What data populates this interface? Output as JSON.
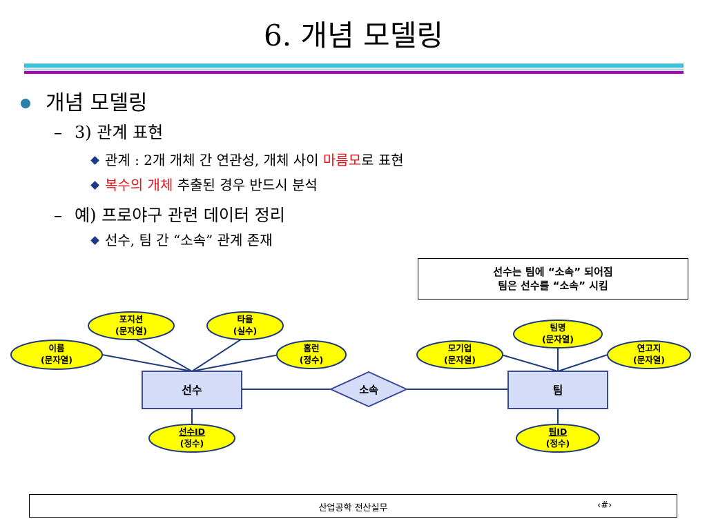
{
  "slide": {
    "title": "6. 개념 모델링",
    "bullet1": "개념 모델링",
    "sub1": {
      "heading": "3) 관계 표현",
      "item1_prefix": "관계 : 2개 개체 간 연관성, 개체 사이 ",
      "item1_highlight": "마름모",
      "item1_suffix": "로 표현",
      "item2_highlight": "복수의 개체",
      "item2_suffix": " 추출된 경우 반드시 분석"
    },
    "sub2": {
      "heading": "예) 프로야구 관련 데이터 정리",
      "item1": "선수, 팀 간 “소속” 관계 존재"
    }
  },
  "note": {
    "line1": "선수는 팀에 “소속” 되어짐",
    "line2": "팀은 선수를 “소속” 시킴"
  },
  "diagram": {
    "entities": {
      "player": "선수",
      "team": "팀"
    },
    "relationship": "소속",
    "attributes": {
      "position": [
        "포지션",
        "(문자열)"
      ],
      "batting_avg": [
        "타율",
        "(실수)"
      ],
      "name": [
        "이름",
        "(문자열)"
      ],
      "homerun": [
        "홈런",
        "(정수)"
      ],
      "player_id": [
        "선수ID",
        "(정수)"
      ],
      "team_name": [
        "팀명",
        "(문자열)"
      ],
      "parent_company": [
        "모기업",
        "(문자열)"
      ],
      "home_city": [
        "연고지",
        "(문자열)"
      ],
      "team_id": [
        "팀ID",
        "(정수)"
      ]
    }
  },
  "footer": {
    "text": "산업공학 전산실무",
    "page": "‹#›"
  },
  "colors": {
    "entity_fill": "#d4dcf8",
    "entity_stroke": "#3a4a9a",
    "attribute_fill": "#ffff00",
    "line": "#1f3b7a",
    "rule_cyan": "#3fc0d6",
    "rule_purple": "#b000b8",
    "highlight": "#e8131b",
    "bullet": "#2b7fa8"
  }
}
